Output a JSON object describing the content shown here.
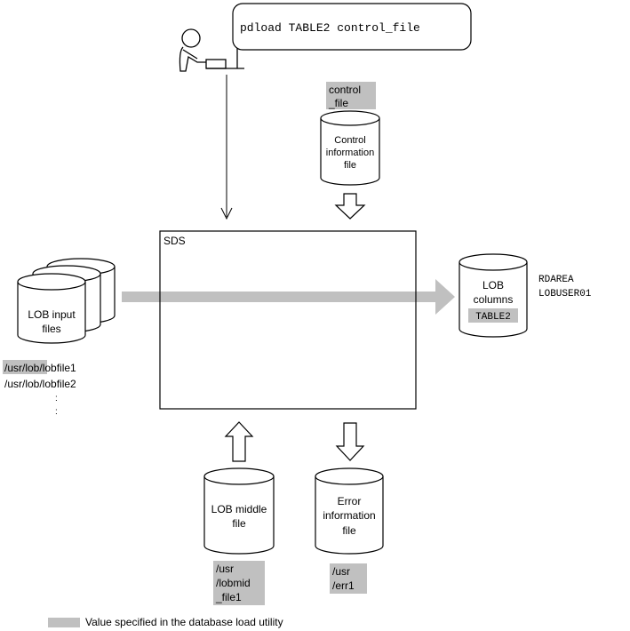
{
  "command": {
    "text": "pdload TABLE2 control_file"
  },
  "control_file": {
    "label_lines": [
      "control",
      "_file"
    ],
    "name_lines": [
      "Control",
      "information",
      "file"
    ]
  },
  "sds": {
    "label": "SDS"
  },
  "lob_input": {
    "name_lines": [
      "LOB input",
      "files"
    ],
    "path_prefix": "/usr/lob",
    "paths": [
      "/usr/lob/lobfile1",
      "/usr/lob/lobfile2"
    ],
    "path_tails": [
      "/lobfile1",
      "/lobfile2"
    ],
    "continuation": ":"
  },
  "lob_columns": {
    "name_lines": [
      "LOB",
      "columns"
    ],
    "table": "TABLE2",
    "rdarea_label": "RDAREA",
    "rdarea_name": "LOBUSER01"
  },
  "lob_middle": {
    "name_lines": [
      "LOB middle",
      "file"
    ],
    "path_lines": [
      "/usr",
      "/lobmid",
      "_file1"
    ]
  },
  "error_file": {
    "name_lines": [
      "Error",
      "information",
      "file"
    ],
    "path_lines": [
      "/usr",
      "/err1"
    ]
  },
  "legend": {
    "text": "Value specified in the database load utility",
    "highlight_color": "#c0c0c0"
  },
  "colors": {
    "highlight": "#c0c0c0",
    "flow_arrow": "#c0c0c0",
    "line": "#000000"
  }
}
